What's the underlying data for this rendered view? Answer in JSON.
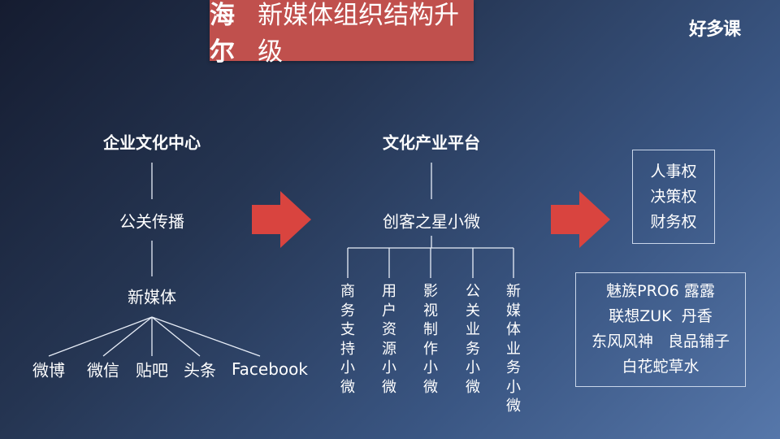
{
  "title": {
    "bold": "海尔",
    "rest": "新媒体组织结构升级"
  },
  "logo": "好多课",
  "left": {
    "heading": "企业文化中心",
    "mid": "公关传播",
    "node": "新媒体",
    "channels": [
      "微博",
      "微信",
      "贴吧",
      "头条",
      "Facebook"
    ]
  },
  "middle": {
    "heading": "文化产业平台",
    "node": "创客之星小微",
    "units": [
      "商务支持小微",
      "用户资源小微",
      "影视制作小微",
      "公关业务小微",
      "新媒体业务小微"
    ]
  },
  "right": {
    "rights": [
      "人事权",
      "决策权",
      "财务权"
    ],
    "cases": [
      "魅族PRO6 露露",
      "联想ZUK  丹香",
      "东风风神   良品铺子",
      "白花蛇草水"
    ]
  },
  "colors": {
    "accent": "#c0504d",
    "arrow": "#d9443f"
  }
}
